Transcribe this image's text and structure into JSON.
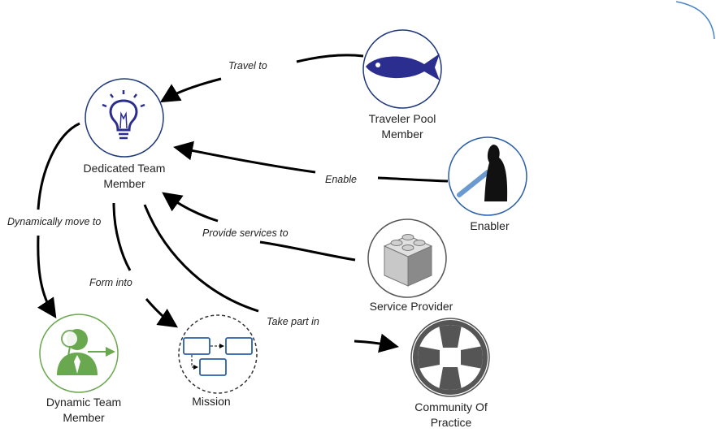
{
  "nodes": {
    "dedicated": {
      "label_line1": "Dedicated Team",
      "label_line2": "Member",
      "icon": "lightbulb-icon"
    },
    "traveler": {
      "label_line1": "Traveler Pool",
      "label_line2": "Member",
      "icon": "fish-icon"
    },
    "enabler": {
      "label_line1": "Enabler",
      "icon": "lightsaber-figure-icon"
    },
    "service": {
      "label_line1": "Service Provider",
      "icon": "lego-brick-icon"
    },
    "community": {
      "label_line1": "Community Of",
      "label_line2": "Practice",
      "icon": "community-circle-icon"
    },
    "dynamic": {
      "label_line1": "Dynamic Team",
      "label_line2": "Member",
      "icon": "person-tie-icon"
    },
    "mission": {
      "label_line1": "Mission",
      "icon": "flow-boxes-icon"
    }
  },
  "edges": {
    "travel_to": "Travel to",
    "enable": "Enable",
    "provide_services_to": "Provide services to",
    "dynamically_move_to": "Dynamically move to",
    "form_into": "Form into",
    "take_part_in": "Take part in"
  },
  "colors": {
    "dedicated_ring": "#1f3a7a",
    "traveler_ring": "#1f3a7a",
    "fish": "#2b2e8f",
    "bulb": "#2b2e8f",
    "enabler_ring": "#2a5fa8",
    "saber": "#6a9ad0",
    "service_ring": "#555555",
    "community_ring": "#555555",
    "dynamic_ring": "#6aa84f",
    "dynamic_figure": "#6aa84f",
    "mission_box": "#2a5fa8",
    "arrow": "#000000"
  }
}
